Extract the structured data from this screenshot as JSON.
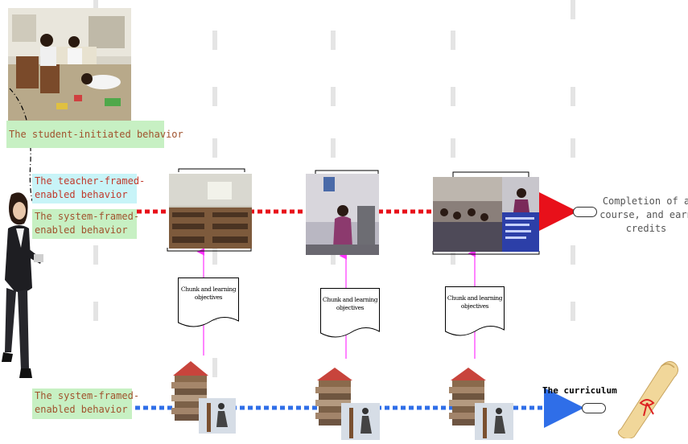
{
  "labels": {
    "student_initiated": "The student-initiated behavior",
    "teacher_framed": "The teacher-framed-\nenabled behavior",
    "system_framed_top": "The system-framed-\nenabled behavior",
    "system_framed_bottom": "The system-framed-\nenabled behavior"
  },
  "documents": [
    {
      "text": "Chunk and learning\nobjectives"
    },
    {
      "text": "Chunk and learning\nobjectives"
    },
    {
      "text": "Chunk and learning\nobjectives"
    }
  ],
  "completion": "Completion of a\ncourse, and earn\ncredits",
  "curriculum": "The curriculum",
  "colors": {
    "teacher_path": "#e8101a",
    "system_path": "#2f6ee8",
    "link_arrow": "#ff33ff",
    "label_green": "#c7f0c3",
    "label_cyan": "#c8f4f8"
  }
}
